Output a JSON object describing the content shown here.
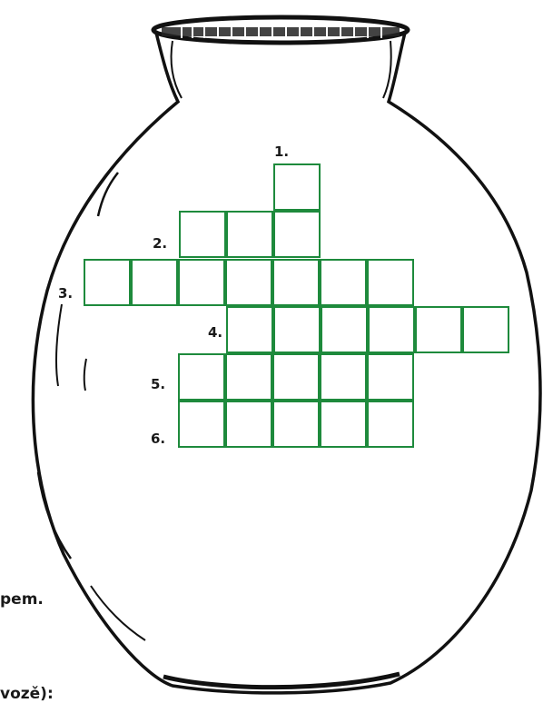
{
  "crossword": {
    "clue_numbers": [
      "1.",
      "2.",
      "3.",
      "4.",
      "5.",
      "6."
    ],
    "rows": [
      {
        "number": "1.",
        "cells": 1
      },
      {
        "number": "2.",
        "cells": 3
      },
      {
        "number": "3.",
        "cells": 7
      },
      {
        "number": "4.",
        "cells": 6
      },
      {
        "number": "5.",
        "cells": 5
      },
      {
        "number": "6.",
        "cells": 5
      }
    ],
    "grid_color": "#1e8a3c"
  },
  "text_fragments": {
    "line1": "pem.",
    "line2": "vozě):"
  }
}
